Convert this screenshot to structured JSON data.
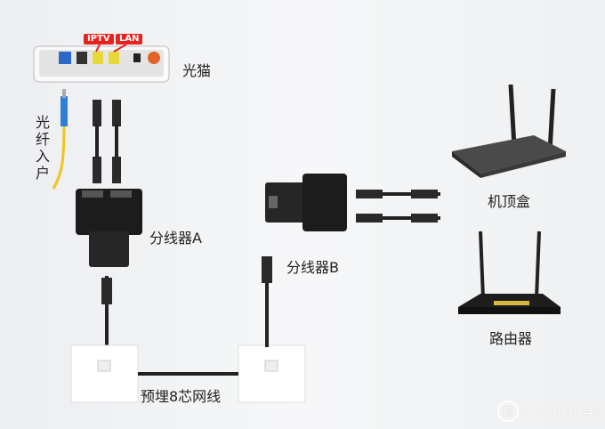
{
  "labels": {
    "modem": "光猫",
    "iptv_port": "IPTV",
    "lan_port": "LAN",
    "fiber_in": "光纤入户",
    "splitter_a": "分线器A",
    "splitter_b": "分线器B",
    "embedded_cable": "预埋8芯网线",
    "set_top_box": "机顶盒",
    "router": "路由器"
  },
  "watermark": {
    "icon": "值",
    "text": "什么值得买"
  },
  "colors": {
    "tag_red": "#e8231e",
    "fiber_yellow": "#f2c318",
    "fiber_blue": "#2f7fd6",
    "device_black": "#1c1c1c"
  }
}
